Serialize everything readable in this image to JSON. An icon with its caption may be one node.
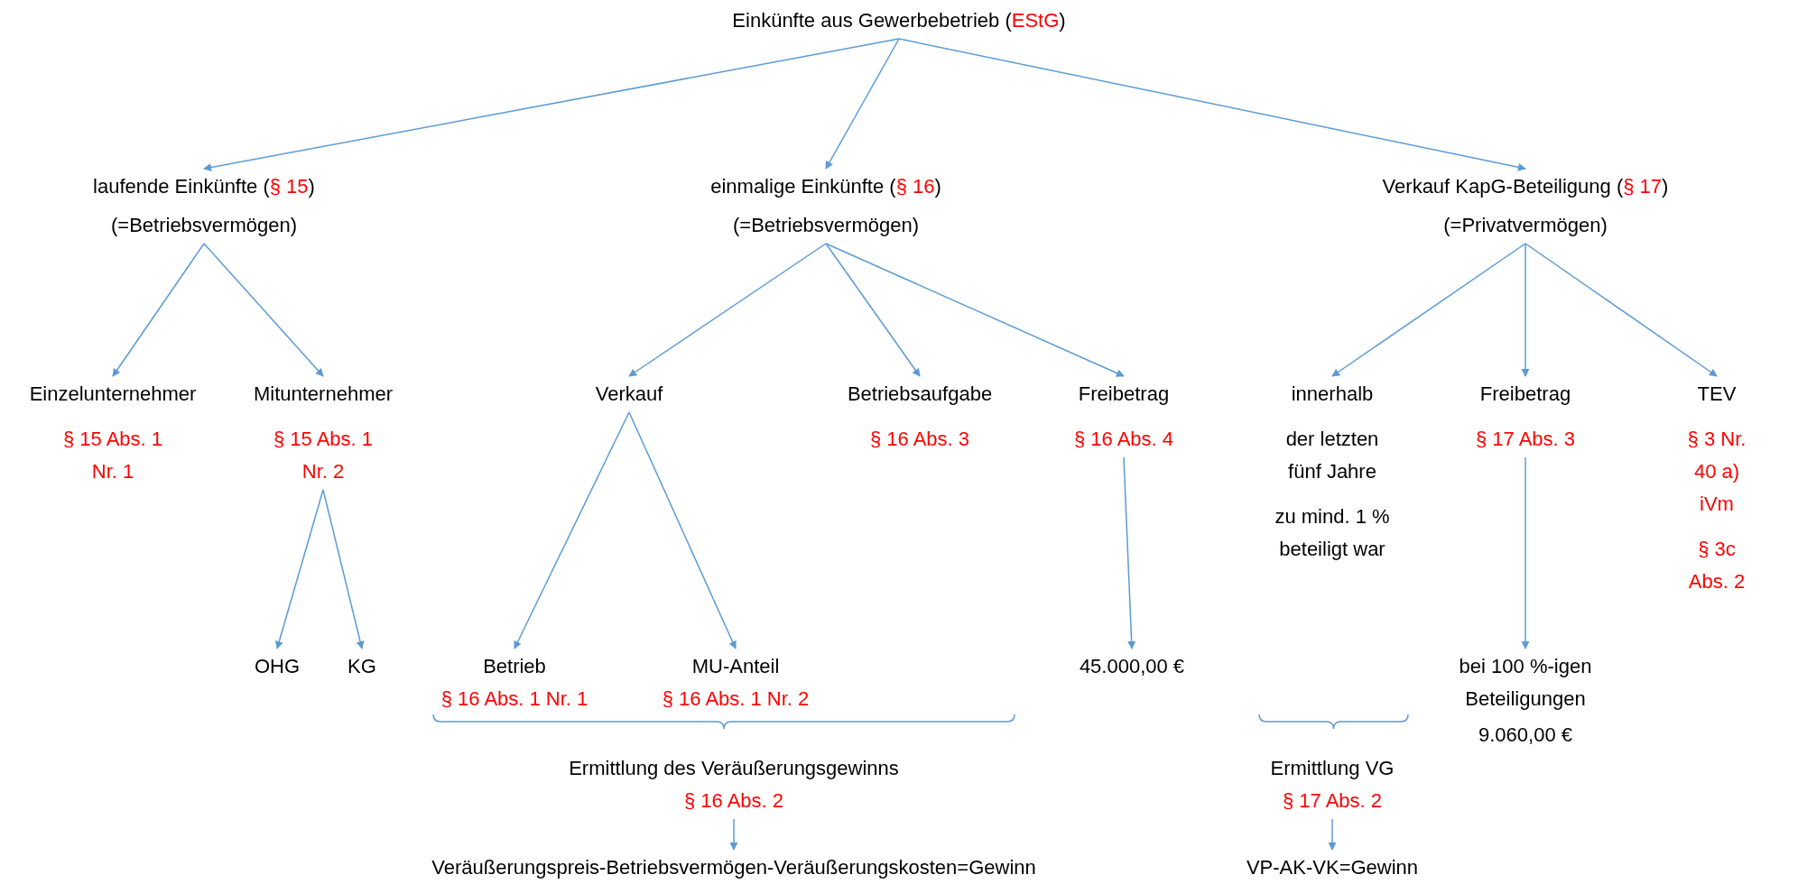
{
  "diagram": {
    "nodes": [
      {
        "text": [
          "Einkünfte aus Gewerbebetrieb (**EStG**)"
        ]
      },
      {
        "text": [
          "laufende Einkünfte (**§ 15**)",
          "(=Betriebsvermögen)"
        ]
      },
      {
        "text": [
          "einmalige Einkünfte (**§ 16**)",
          "(=Betriebsvermögen)"
        ]
      },
      {
        "text": [
          "Verkauf KapG-Beteiligung (**§ 17**)",
          "(=Privatvermögen)"
        ]
      },
      {
        "text": [
          "Einzelunternehmer"
        ],
        "beside": [
          "§ 15 Abs. 1 Nr. 1"
        ]
      },
      {
        "text": [
          "Mitunternehmer"
        ],
        "beside": [
          "§ 15 Abs. 1 Nr. 2"
        ]
      },
      {
        "text": [
          "OHG"
        ]
      },
      {
        "text": [
          "KG"
        ]
      },
      {
        "text": [
          "Verkauf"
        ]
      },
      {
        "text": [
          "Betriebsaufgabe"
        ],
        "beside": [
          "§ 16 Abs. 3"
        ]
      },
      {
        "text": [
          "Freibetrag"
        ],
        "beside": [
          "§ 16 Abs. 4"
        ]
      },
      {
        "text": [
          "Betrieb"
        ],
        "beside": [
          "§ 16 Abs. 1 Nr. 1"
        ]
      },
      {
        "text": [
          "MU-Anteil"
        ],
        "beside": [
          "§ 16 Abs. 1 Nr. 2"
        ]
      },
      {
        "text": [
          "45.000,00 €"
        ]
      },
      {
        "text": [
          "Ermittlung des Veräußerungsgewinns"
        ],
        "beside": [
          "§ 16 Abs. 2"
        ]
      },
      {
        "text": [
          "Veräußerungspreis-Betriebsvermögen-Veräußerungskosten=Gewinn"
        ]
      },
      {
        "text": [
          "innerhalb",
          "der letzten fünf Jahre",
          "zu mind. 1 % beteiligt war"
        ]
      },
      {
        "text": [
          "Freibetrag"
        ],
        "beside": [
          "§ 17 Abs. 3"
        ]
      },
      {
        "text": [
          "TEV"
        ],
        "beside": [
          "§ 3 Nr. 40 a) iVm",
          "§ 3c Abs. 2"
        ]
      },
      {
        "text": [
          "bei 100 %-igen Beteiligungen",
          "9.060,00 €"
        ]
      },
      {
        "text": [
          "Ermittlung VG"
        ],
        "beside": [
          "§ 17 Abs. 2"
        ]
      },
      {
        "text": [
          "VP-AK-VK=Gewinn"
        ]
      }
    ],
    "edges": [
      {
        "from": 0,
        "to": 1,
        "arrow": "to"
      },
      {
        "from": 0,
        "to": 2,
        "arrow": "to"
      },
      {
        "from": 0,
        "to": 3,
        "arrow": "to"
      },
      {
        "from": 1,
        "to": 4,
        "arrow": "to"
      },
      {
        "from": 1,
        "to": 5,
        "arrow": "to"
      },
      {
        "from": 5,
        "to": 6,
        "arrow": "to"
      },
      {
        "from": 5,
        "to": 7,
        "arrow": "to"
      },
      {
        "from": 2,
        "to": 8,
        "arrow": "to"
      },
      {
        "from": 2,
        "to": 9,
        "arrow": "to"
      },
      {
        "from": 2,
        "to": 10,
        "arrow": "to"
      },
      {
        "from": 8,
        "to": 11,
        "arrow": "to"
      },
      {
        "from": 8,
        "to": 12,
        "arrow": "to"
      },
      {
        "from": 10,
        "to": 13,
        "arrow": "to"
      },
      {
        "from": 3,
        "to": 16,
        "arrow": "to"
      },
      {
        "from": 3,
        "to": 17,
        "arrow": "to"
      },
      {
        "from": 3,
        "to": 18,
        "arrow": "to"
      },
      {
        "from": 17,
        "to": 19,
        "arrow": "to"
      },
      {
        "from": 14,
        "to": 15,
        "arrow": "to"
      },
      {
        "from": 20,
        "to": 21,
        "arrow": "to"
      }
    ]
  }
}
